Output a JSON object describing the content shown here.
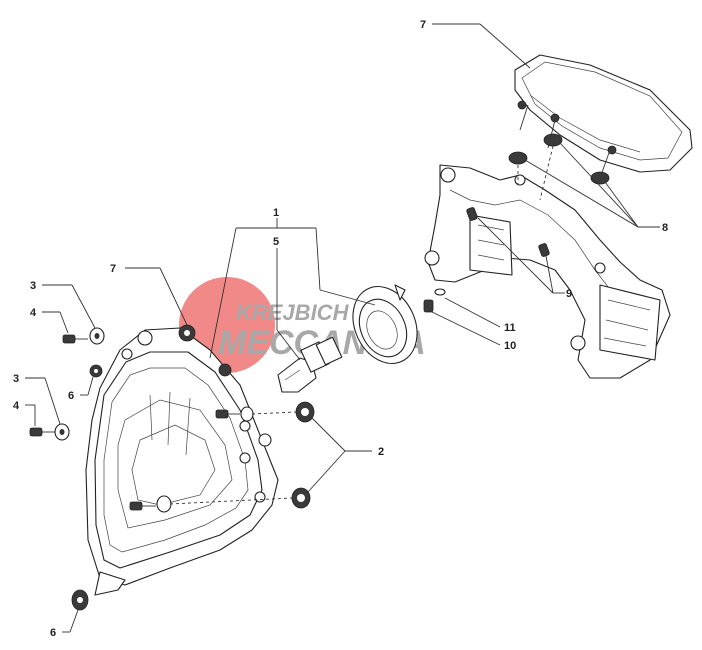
{
  "watermark": {
    "line1": "KREJBICH",
    "line2": "MECCANICA",
    "color_red": "#e8524f",
    "color_gray": "#9a9a9a"
  },
  "callouts": {
    "c1": "1",
    "c5": "5",
    "c7_top": "7",
    "c7_left": "7",
    "c8": "8",
    "c9": "9",
    "c11": "11",
    "c10": "10",
    "c2": "2",
    "c3_a": "3",
    "c4_a": "4",
    "c6_a": "6",
    "c3_b": "3",
    "c4_b": "4",
    "c6_b": "6"
  }
}
